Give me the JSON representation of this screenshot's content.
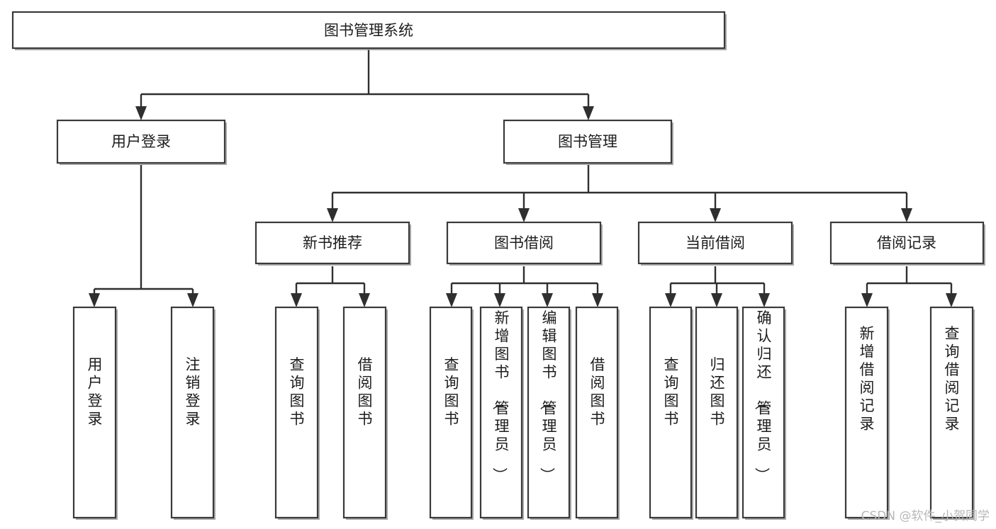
{
  "diagram": {
    "title": "图书管理系统",
    "type": "tree-hierarchy-diagram",
    "colors": {
      "box_fill": "#ffffff",
      "box_stroke": "#3a3a3a",
      "connector": "#2f2f2f",
      "text": "#1c1c1c",
      "watermark": "#b8b8b8",
      "background": "#ffffff"
    },
    "nodes": {
      "root": {
        "label": "图书管理系统"
      },
      "level2": [
        {
          "id": "user-login",
          "label": "用户登录"
        },
        {
          "id": "book-management",
          "label": "图书管理"
        }
      ],
      "level3": [
        {
          "id": "new-book-recommend",
          "label": "新书推荐"
        },
        {
          "id": "book-borrow",
          "label": "图书借阅"
        },
        {
          "id": "current-borrow",
          "label": "当前借阅"
        },
        {
          "id": "borrow-record",
          "label": "借阅记录"
        }
      ],
      "leaves": {
        "user-login": [
          {
            "id": "leaf-user-login",
            "label": "用户登录"
          },
          {
            "id": "leaf-logout-login",
            "label": "注销登录"
          }
        ],
        "new-book-recommend": [
          {
            "id": "leaf-query-book-1",
            "label": "查询图书"
          },
          {
            "id": "leaf-borrow-book-1",
            "label": "借阅图书"
          }
        ],
        "book-borrow": [
          {
            "id": "leaf-query-book-2",
            "label": "查询图书"
          },
          {
            "id": "leaf-add-book",
            "label": "新增图书（管理员）"
          },
          {
            "id": "leaf-edit-book",
            "label": "编辑图书（管理员）"
          },
          {
            "id": "leaf-borrow-book-2",
            "label": "借阅图书"
          }
        ],
        "current-borrow": [
          {
            "id": "leaf-query-book-3",
            "label": "查询图书"
          },
          {
            "id": "leaf-return-book",
            "label": "归还图书"
          },
          {
            "id": "leaf-confirm-return",
            "label": "确认归还（管理员）"
          }
        ],
        "borrow-record": [
          {
            "id": "leaf-add-record",
            "label": "新增借阅记录"
          },
          {
            "id": "leaf-query-record",
            "label": "查询借阅记录"
          }
        ]
      }
    },
    "watermark": "CSDN @软件_小贺同学"
  }
}
